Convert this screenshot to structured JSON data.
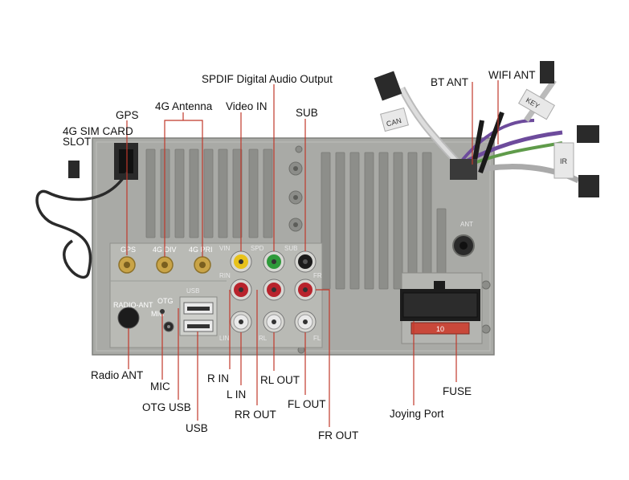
{
  "labels": {
    "sim_card_line1": "4G SIM CARD",
    "sim_card_line2": "SLOT",
    "gps": "GPS",
    "antenna_4g": "4G Antenna",
    "video_in": "Video IN",
    "spdif": "SPDIF Digital Audio Output",
    "sub": "SUB",
    "bt_ant": "BT ANT",
    "wifi_ant": "WIFI ANT",
    "radio_ant": "Radio ANT",
    "mic": "MIC",
    "otg_usb": "OTG USB",
    "usb": "USB",
    "r_in": "R IN",
    "l_in": "L IN",
    "rr_out": "RR OUT",
    "rl_out": "RL OUT",
    "fl_out": "FL OUT",
    "fr_out": "FR OUT",
    "joying_port": "Joying Port",
    "fuse": "FUSE"
  },
  "device_markings": {
    "gps": "GPS",
    "div": "4G  DIV",
    "pri": "4G  PRI",
    "vin": "VIN",
    "spd": "SPD",
    "sub": "SUB",
    "rin": "RIN",
    "fr": "FR",
    "lin": "LIN",
    "rl": "RL",
    "fl": "FL",
    "radio_ant": "RADIO-ANT",
    "otg": "OTG",
    "mic": "MIC",
    "usb": "USB",
    "ant": "ANT",
    "fuse_value": "10",
    "cable_can": "CAN",
    "cable_key": "KEY",
    "cable_ir": "IR"
  },
  "colors": {
    "chassis": "#a9aaa6",
    "panel": "#b9bab5",
    "leader": "#c0392b",
    "rca_yellow": "#e8c21a",
    "rca_green": "#2e9a3a",
    "rca_red": "#b8232c",
    "rca_white": "#e9e9e9",
    "fuse_red": "#c9483a",
    "cable_purple": "#6d4b9c",
    "cable_green": "#5f9b4a"
  }
}
